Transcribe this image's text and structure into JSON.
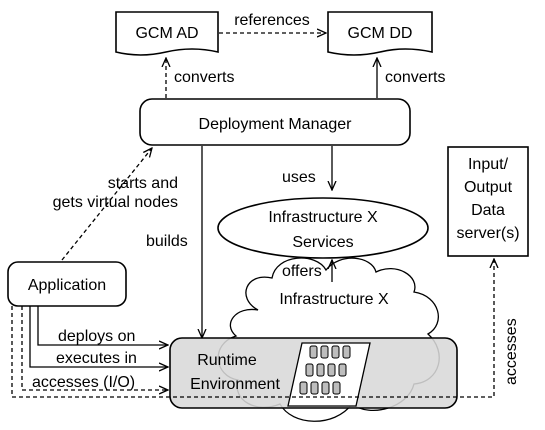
{
  "nodes": {
    "gcm_ad": "GCM AD",
    "gcm_dd": "GCM DD",
    "deployment_manager": "Deployment Manager",
    "infrastructure_services": [
      "Infrastructure X",
      "Services"
    ],
    "io_server": [
      "Input/",
      "Output",
      "Data",
      "server(s)"
    ],
    "application": "Application",
    "infrastructure_cloud": "Infrastructure X",
    "runtime_environment": [
      "Runtime",
      "Environment"
    ]
  },
  "edges": {
    "references": "references",
    "converts_ad": "converts",
    "converts_dd": "converts",
    "uses": "uses",
    "starts_and_gets": [
      "starts and",
      "gets virtual nodes"
    ],
    "builds": "builds",
    "offers": "offers",
    "deploys_on": "deploys on",
    "executes_in": "executes in",
    "accesses_io": "accesses (I/O)",
    "accesses": "accesses"
  },
  "colors": {
    "ink": "#000000",
    "background": "#ffffff",
    "runtime_fill": "#d8d8d8",
    "cloud_fill": "#ffffff",
    "chip_fill": "#bdbdbd"
  },
  "icons": {
    "rack": "server-rack-icon"
  }
}
